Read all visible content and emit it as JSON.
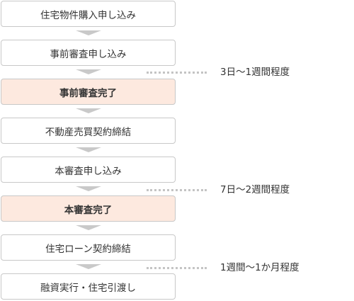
{
  "steps": [
    {
      "label": "住宅物件購入申し込み",
      "highlight": false
    },
    {
      "label": "事前審査申し込み",
      "highlight": false
    },
    {
      "label": "事前審査完了",
      "highlight": true
    },
    {
      "label": "不動産売買契約締結",
      "highlight": false
    },
    {
      "label": "本審査申し込み",
      "highlight": false
    },
    {
      "label": "本審査完了",
      "highlight": true
    },
    {
      "label": "住宅ローン契約締結",
      "highlight": false
    },
    {
      "label": "融資実行・住宅引渡し",
      "highlight": false
    }
  ],
  "durations": [
    {
      "label": "3日〜1週間程度"
    },
    {
      "label": "7日〜2週間程度"
    },
    {
      "label": "1週間〜1か月程度"
    }
  ],
  "colors": {
    "highlight_fill": "#fde9df",
    "box_border": "#c8c8c8",
    "arrow": "#c9c9c9",
    "text": "#333333"
  }
}
